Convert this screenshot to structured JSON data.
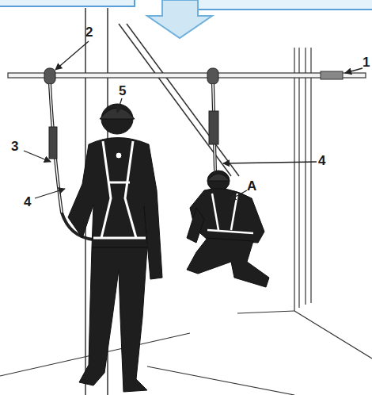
{
  "diagram": {
    "labels": [
      "2",
      "1",
      "5",
      "3",
      "4",
      "A",
      "4"
    ]
  }
}
